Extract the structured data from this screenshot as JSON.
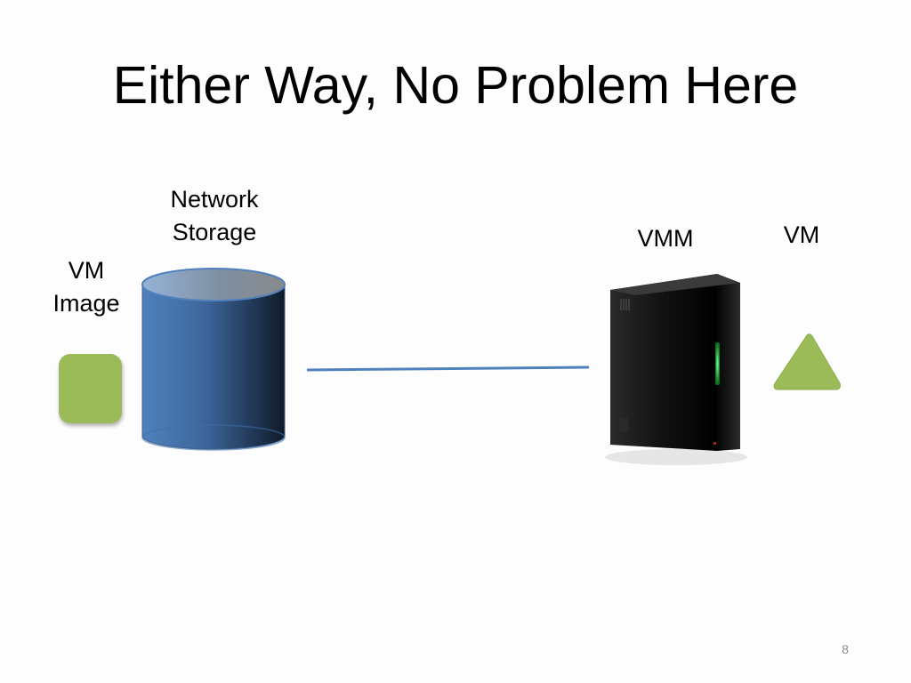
{
  "slide": {
    "title": "Either Way, No Problem Here",
    "page_number": "8"
  },
  "diagram": {
    "network_storage_label": "Network Storage",
    "vm_image_label": "VM Image",
    "vmm_label": "VMM",
    "vm_label": "VM"
  },
  "colors": {
    "vm_green": "#9bbb59",
    "storage_blue": "#4f81bd",
    "link_line": "#4f81bd",
    "server_black": "#111111",
    "server_led": "#33dd55"
  },
  "icons": [
    "storage-cylinder-icon",
    "server-tower-icon",
    "vm-triangle-icon",
    "vm-image-square-icon"
  ]
}
